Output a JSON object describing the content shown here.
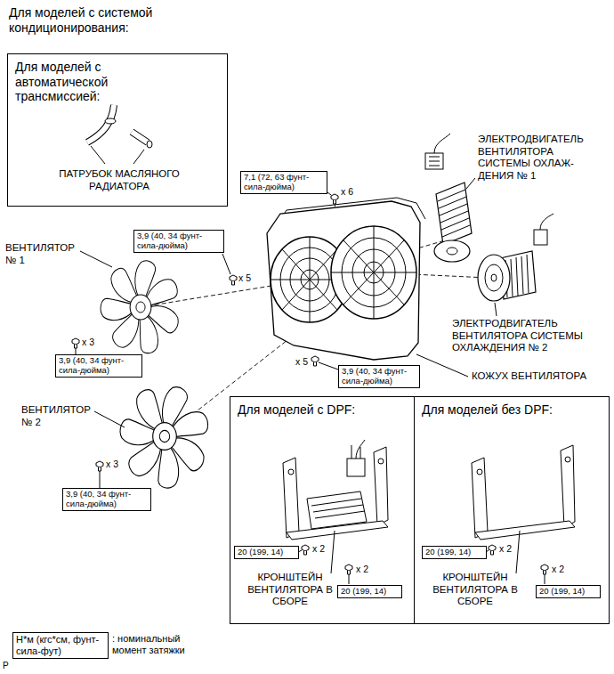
{
  "diagram": {
    "title": "Для моделей с системой кондиционирования:",
    "nodes": [
      {
        "text": [
          "Для моделей с автоматической трансмиссией:",
          "ПАТРУБОК МАСЛЯНОГО РАДИАТОРА"
        ]
      },
      {
        "text": [
          "7,1 (72, 63 фунт-сила-дюйма)"
        ]
      },
      {
        "text": [
          "3,9 (40, 34 фунт-сила-дюйма)"
        ]
      },
      {
        "text": [
          "3,9 (40, 34 фунт-сила-дюйма)"
        ]
      },
      {
        "text": [
          "3,9 (40, 34 фунт-сила-дюйма)"
        ]
      },
      {
        "text": [
          "3,9 (40, 34 фунт-сила-дюйма)"
        ]
      },
      {
        "text": [
          "Для моделей с DPF:",
          "КРОНШТЕЙН ВЕНТИЛЯТОРА В СБОРЕ",
          "x 2",
          "x 2"
        ]
      },
      {
        "text": [
          "20 (199, 14)"
        ],
        "in": 6
      },
      {
        "text": [
          "20 (199, 14)"
        ],
        "in": 6
      },
      {
        "text": [
          "Для моделей без DPF:",
          "КРОНШТЕЙН ВЕНТИЛЯТОРА В СБОРЕ",
          "x 2",
          "x 2"
        ]
      },
      {
        "text": [
          "20 (199, 14)"
        ],
        "in": 9
      },
      {
        "text": [
          "20 (199, 14)"
        ],
        "in": 9
      },
      {
        "text": [
          "Н*м (кгс*см, фунт-сила-фут)"
        ]
      }
    ],
    "labels": [
      "ЭЛЕКТРОДВИГАТЕЛЬ ВЕНТИЛЯТОРА СИСТЕМЫ ОХЛАЖ- ДЕНИЯ № 1",
      "x 6",
      "ВЕНТИЛЯТОР № 1",
      "x 5",
      "x 3",
      "ЭЛЕКТРОДВИГАТЕЛЬ ВЕНТИЛЯТОРА СИСТЕМЫ ОХЛАЖДЕНИЯ № 2",
      "x 5",
      "КОЖУХ ВЕНТИЛЯТОРА",
      "ВЕНТИЛЯТОР № 2",
      "x 3",
      ": номинальный момент затяжки",
      "P"
    ]
  }
}
